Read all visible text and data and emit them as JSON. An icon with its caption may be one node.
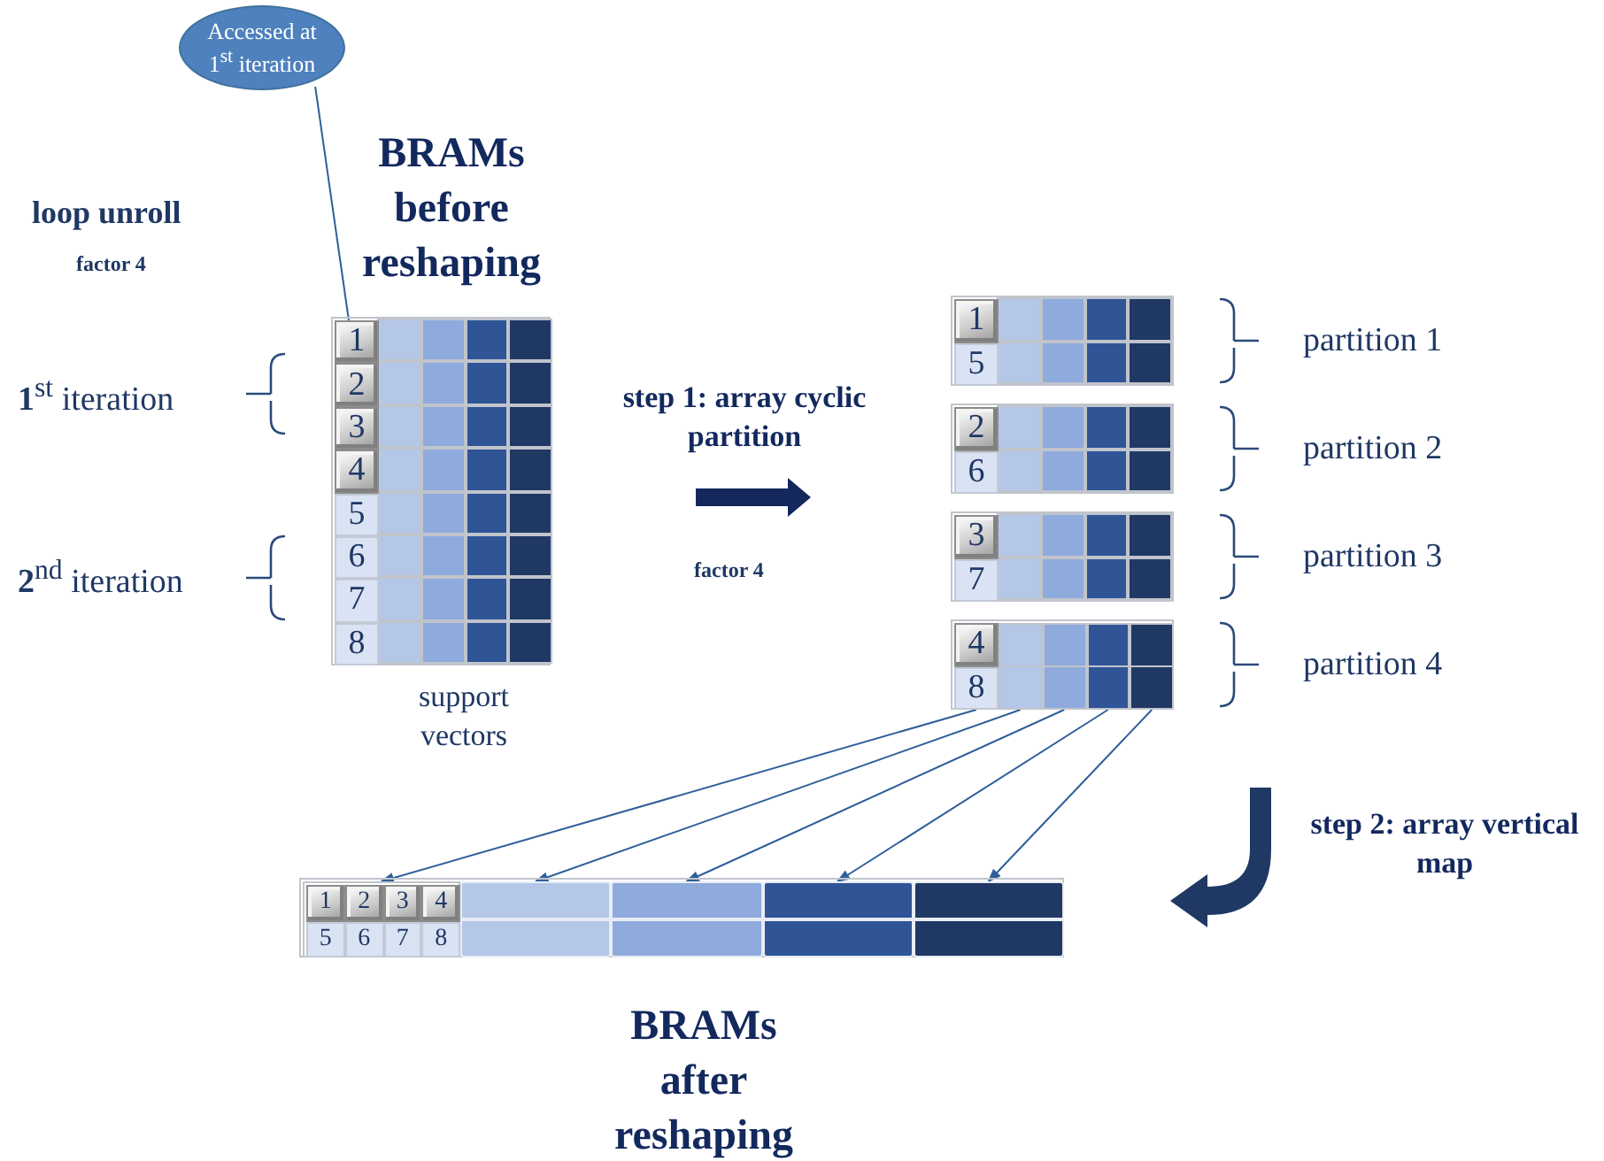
{
  "diagram": {
    "nodes": [
      {
        "text": [
          "Accessed at 1$^{st}$ iteration"
        ]
      },
      {
        "text": [],
        "shape": "box"
      },
      {
        "text": [
          "1"
        ],
        "in": 1
      },
      {
        "text": [
          "2"
        ],
        "in": 1
      },
      {
        "text": [
          "3"
        ],
        "in": 1
      },
      {
        "text": [
          "4"
        ],
        "in": 1
      },
      {
        "text": [
          "5"
        ],
        "in": 1
      },
      {
        "text": [
          "6"
        ],
        "in": 1
      },
      {
        "text": [
          "7"
        ],
        "in": 1
      },
      {
        "text": [
          "8"
        ],
        "in": 1
      },
      {
        "text": [],
        "shape": "box",
        "beside": [
          "partition 1"
        ]
      },
      {
        "text": [],
        "shape": "box",
        "beside": [
          "partition 2"
        ]
      },
      {
        "text": [],
        "shape": "box",
        "beside": [
          "partition 3"
        ]
      },
      {
        "text": [],
        "shape": "box",
        "beside": [
          "partition 4"
        ]
      },
      {
        "text": [
          "1"
        ],
        "in": 10
      },
      {
        "text": [
          "5"
        ],
        "in": 10
      },
      {
        "text": [
          "2"
        ],
        "in": 11
      },
      {
        "text": [
          "6"
        ],
        "in": 11
      },
      {
        "text": [
          "3"
        ],
        "in": 12
      },
      {
        "text": [
          "7"
        ],
        "in": 12
      },
      {
        "text": [
          "4"
        ],
        "in": 13
      },
      {
        "text": [
          "8"
        ],
        "in": 13
      },
      {
        "text": [],
        "shape": "box",
        "in": 13
      },
      {
        "text": [],
        "shape": "box",
        "in": 13
      },
      {
        "text": [],
        "shape": "box",
        "in": 13
      },
      {
        "text": [],
        "shape": "box",
        "in": 13
      },
      {
        "text": [],
        "shape": "box"
      },
      {
        "text": [],
        "shape": "box",
        "in": 26
      },
      {
        "text": [
          "1"
        ],
        "in": 27
      },
      {
        "text": [
          "2"
        ],
        "in": 27
      },
      {
        "text": [
          "3"
        ],
        "in": 27
      },
      {
        "text": [
          "4"
        ],
        "in": 27
      },
      {
        "text": [
          "5"
        ],
        "in": 27
      },
      {
        "text": [
          "6"
        ],
        "in": 27
      },
      {
        "text": [
          "7"
        ],
        "in": 27
      },
      {
        "text": [
          "8"
        ],
        "in": 27
      },
      {
        "text": [],
        "shape": "bar",
        "in": 26
      },
      {
        "text": [],
        "shape": "bar",
        "in": 26
      },
      {
        "text": [],
        "shape": "bar",
        "in": 26
      },
      {
        "text": [],
        "shape": "bar",
        "in": 26
      }
    ],
    "edges": [
      {
        "from": 0,
        "to": 2,
        "arrow": "none"
      },
      {
        "from": 21,
        "to": 27,
        "arrow": "to"
      },
      {
        "from": 22,
        "to": 36,
        "arrow": "to"
      },
      {
        "from": 23,
        "to": 37,
        "arrow": "to"
      },
      {
        "from": 24,
        "to": 38,
        "arrow": "to"
      },
      {
        "from": 25,
        "to": 39,
        "arrow": "to"
      }
    ],
    "labels": [
      "BRAMs before reshaping",
      "loop unroll",
      "factor 4",
      "1$^{st}$ iteration",
      "2$^{nd}$ iteration",
      "step 1: array cyclic partition",
      "factor 4",
      "support vectors",
      "step 2: array vertical map",
      "BRAMs after reshaping"
    ]
  }
}
